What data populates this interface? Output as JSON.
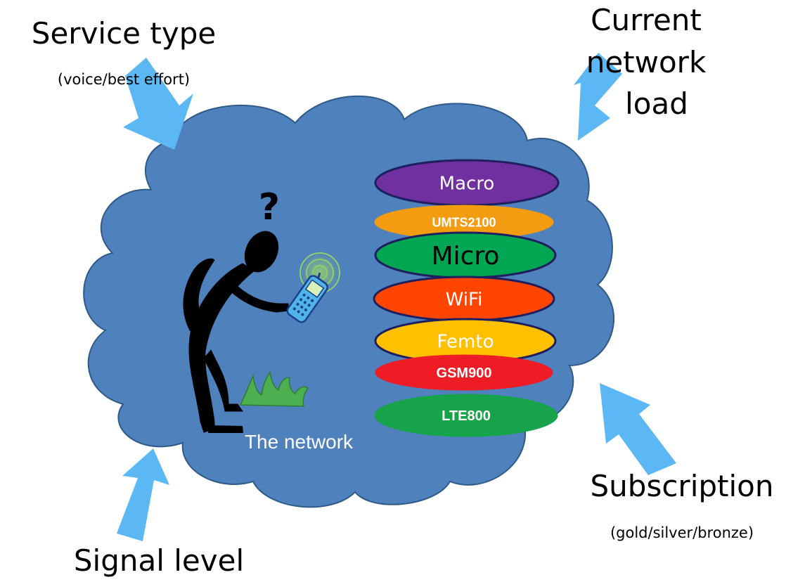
{
  "labels": {
    "service_type": "Service type",
    "service_type_sub": "(voice/best effort)",
    "network_load_line1": "Current",
    "network_load_line2": "network",
    "network_load_line3": "load",
    "subscription": "Subscription",
    "subscription_sub": "(gold/silver/bronze)",
    "signal_level": "Signal level",
    "cloud_caption": "The network",
    "question_mark": "?"
  },
  "layers": [
    {
      "label": "Macro",
      "fill": "#7030a0",
      "outline": "#1f1f5f"
    },
    {
      "label": "UMTS2100",
      "fill": "#f39c12",
      "outline": "#f39c12"
    },
    {
      "label": "Micro",
      "fill": "#00a651",
      "outline": "#1f1f5f"
    },
    {
      "label": "WiFi",
      "fill": "#ff4500",
      "outline": "#1f1f5f"
    },
    {
      "label": "Femto",
      "fill": "#ffc000",
      "outline": "#1f1f5f"
    },
    {
      "label": "GSM900",
      "fill": "#ee1c25",
      "outline": "#ee1c25"
    },
    {
      "label": "LTE800",
      "fill": "#16a34a",
      "outline": "#16a34a"
    }
  ],
  "colors": {
    "cloud": "#4f81bd",
    "cloud_outline": "#2e5a8a",
    "arrow": "#5bb8f5",
    "text": "#000000"
  }
}
